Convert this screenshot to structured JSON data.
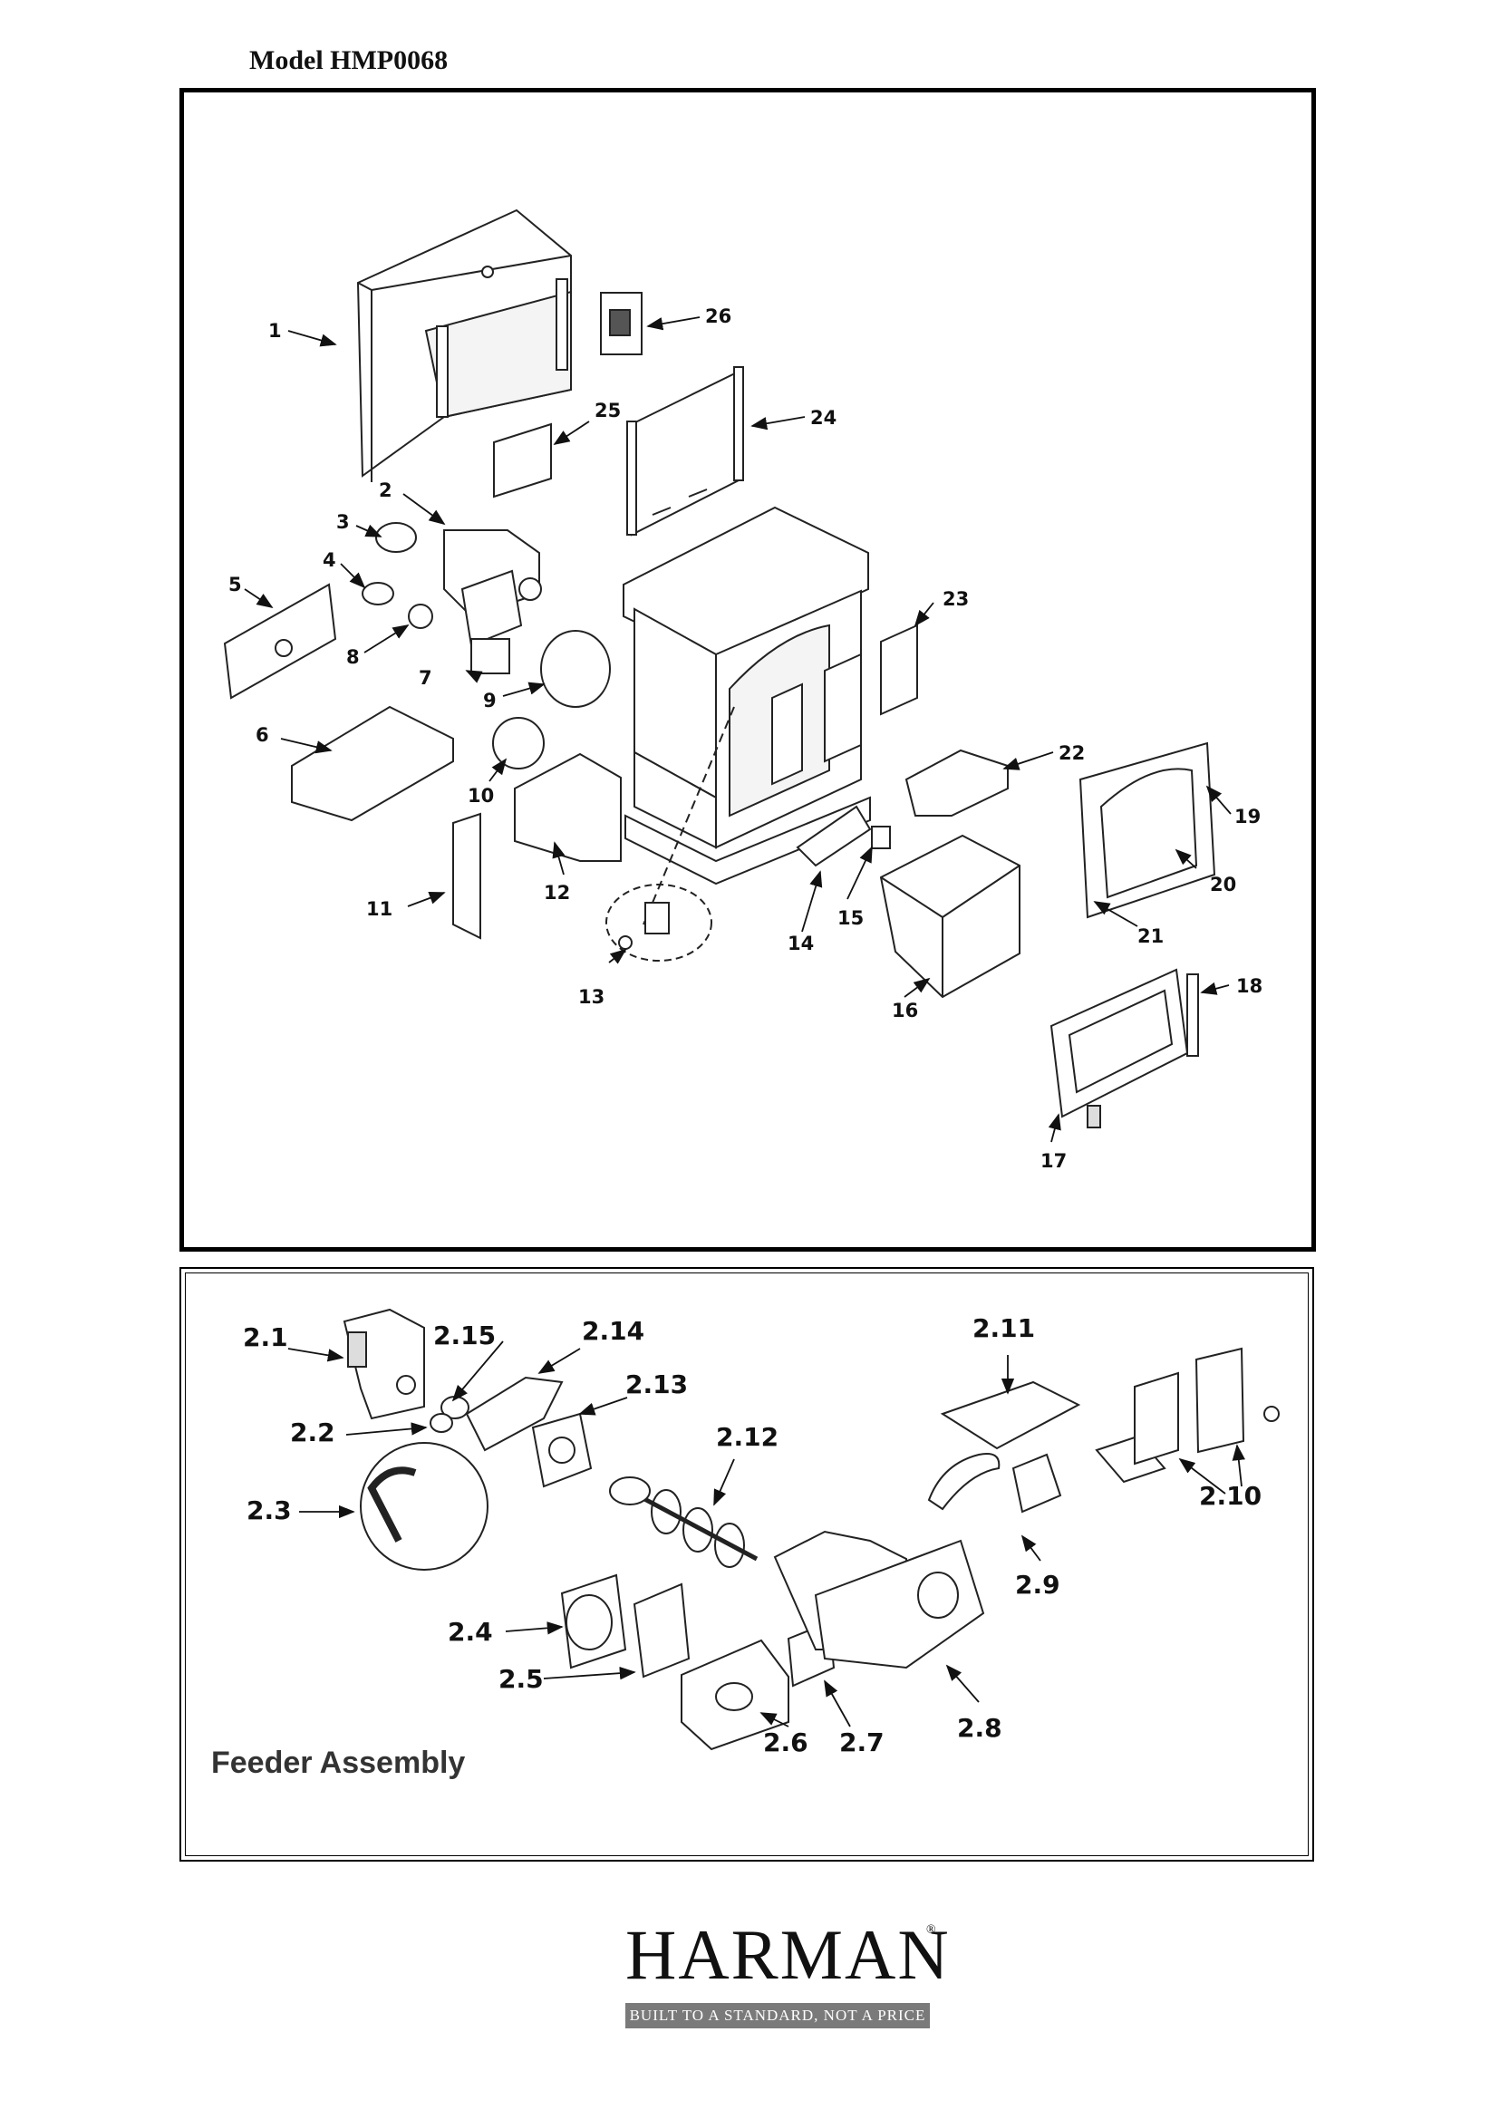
{
  "header": {
    "model_label": "Model  HMP0068"
  },
  "exploded_view": {
    "labels": [
      "1",
      "2",
      "3",
      "4",
      "5",
      "6",
      "7",
      "8",
      "9",
      "10",
      "11",
      "12",
      "13",
      "14",
      "15",
      "16",
      "17",
      "18",
      "19",
      "20",
      "21",
      "22",
      "23",
      "24",
      "25",
      "26"
    ]
  },
  "feeder_assembly": {
    "title": "Feeder Assembly",
    "labels": [
      "2.1",
      "2.2",
      "2.3",
      "2.4",
      "2.5",
      "2.6",
      "2.7",
      "2.8",
      "2.9",
      "2.10",
      "2.11",
      "2.12",
      "2.13",
      "2.14",
      "2.15"
    ]
  },
  "brand": {
    "logo_text": "HARMAN",
    "registered": "®",
    "tagline": "BUILT TO A STANDARD, NOT A PRICE"
  }
}
